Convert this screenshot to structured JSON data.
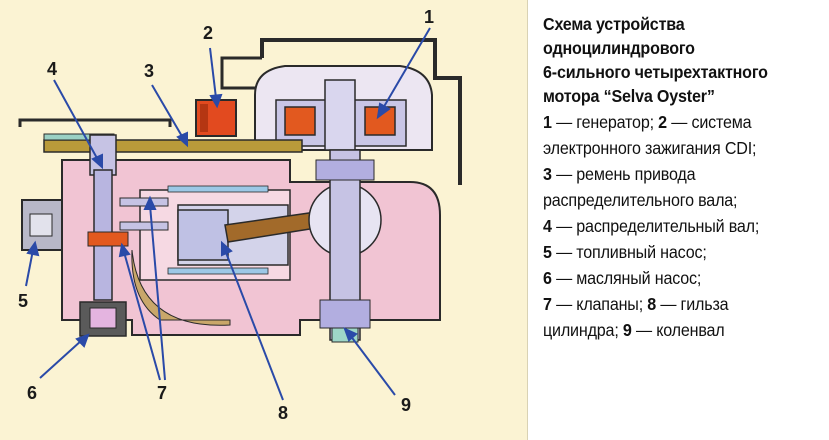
{
  "title_lines": [
    "Схема устройства",
    "одноцилиндрового",
    "6-сильного четырехтактного",
    "мотора “Selva Oyster”"
  ],
  "legend_lines": [
    {
      "num": "1",
      "text": " — генератор; ",
      "num2": "2",
      "text2": " — система"
    },
    {
      "num": "",
      "text": "электронного зажигания CDI;",
      "num2": "",
      "text2": ""
    },
    {
      "num": "3",
      "text": " — ремень привода",
      "num2": "",
      "text2": ""
    },
    {
      "num": "",
      "text": "распределительного вала;",
      "num2": "",
      "text2": ""
    },
    {
      "num": "4",
      "text": " — распределительный вал;",
      "num2": "",
      "text2": ""
    },
    {
      "num": "5",
      "text": " — топливный насос;",
      "num2": "",
      "text2": ""
    },
    {
      "num": "6",
      "text": " — масляный насос;",
      "num2": "",
      "text2": ""
    },
    {
      "num": "7",
      "text": " — клапаны; ",
      "num2": "8",
      "text2": " — гильза"
    },
    {
      "num": "",
      "text": "цилиндра; ",
      "num2": "9",
      "text2": " — коленвал"
    }
  ],
  "callouts": {
    "c1": "1",
    "c2": "2",
    "c3": "3",
    "c4": "4",
    "c5": "5",
    "c6": "6",
    "c7": "7",
    "c8": "8",
    "c9": "9"
  },
  "colors": {
    "background": "#fbf3d3",
    "housing": "#f1c4d3",
    "generator_cover": "#e9e3f0",
    "steel": "#b6b9e0",
    "cdi_unit": "#e24a1f",
    "belt": "#b99a3a",
    "outline": "#2a2a2a",
    "crank_part": "#a26a2a"
  }
}
